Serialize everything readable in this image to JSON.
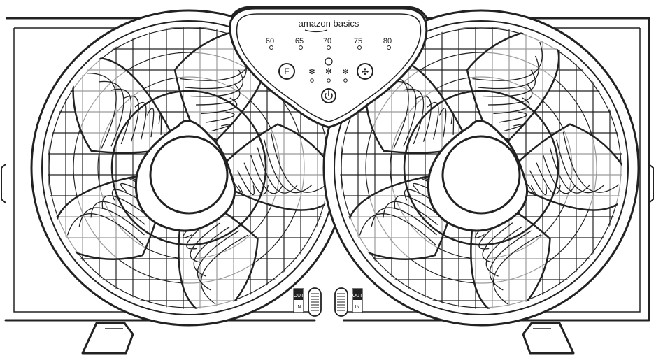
{
  "brand": "amazon basics",
  "temperatures": [
    "60",
    "65",
    "70",
    "75",
    "80"
  ],
  "temp_unit": "F",
  "controls": {
    "thermostat_button": "F",
    "speed_levels": [
      "low",
      "medium",
      "high"
    ],
    "fan_mode_icon": "fan-icon",
    "power_icon": "power-icon"
  },
  "airflow_switches": [
    {
      "out_label": "OUT",
      "in_label": "IN"
    },
    {
      "out_label": "OUT",
      "in_label": "IN"
    }
  ],
  "colors": {
    "outline": "#222222",
    "background": "#ffffff"
  }
}
